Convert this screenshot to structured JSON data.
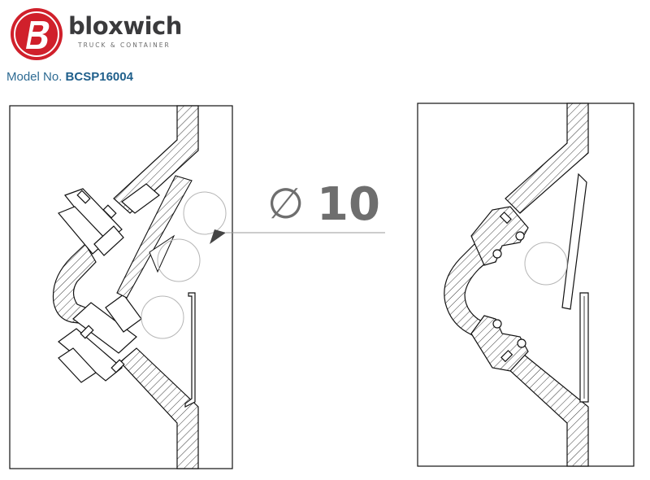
{
  "brand": {
    "name": "bloxwich",
    "subtitle": "TRUCK & CONTAINER",
    "colors": {
      "logo_red": "#d0202b",
      "text_dark": "#3a3a3c",
      "model_blue": "#2e6b93"
    }
  },
  "model": {
    "label": "Model No.",
    "number": "BCSP16004"
  },
  "dimension": {
    "symbol": "∅",
    "value": "10"
  }
}
